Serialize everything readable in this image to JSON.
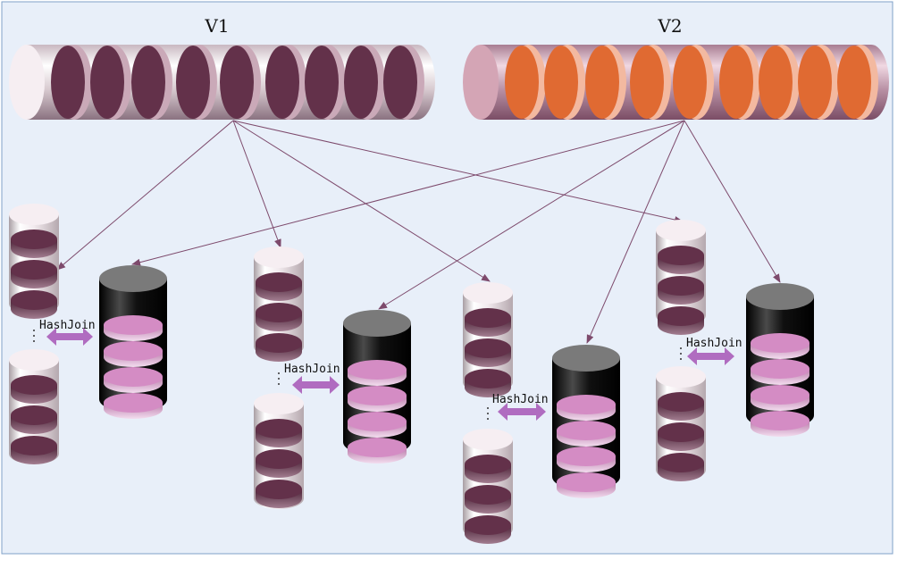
{
  "labels": {
    "v1": "V1",
    "v2": "V2",
    "join": "HashJoin"
  },
  "colors": {
    "panel_bg": "#e8eff9",
    "panel_border": "#7fa0c8",
    "v1_disk": "#63314a",
    "v2_disk": "#e06a32",
    "probe_disk": "#d48cc4",
    "probe_cap": "#7a7a7a",
    "arrow": "#7d4a6c",
    "join_arrow": "#b06cc0"
  },
  "groups": [
    {
      "name": "group-1",
      "join_label": "HashJoin"
    },
    {
      "name": "group-2",
      "join_label": "HashJoin"
    },
    {
      "name": "group-3",
      "join_label": "HashJoin"
    },
    {
      "name": "group-4",
      "join_label": "HashJoin"
    }
  ]
}
